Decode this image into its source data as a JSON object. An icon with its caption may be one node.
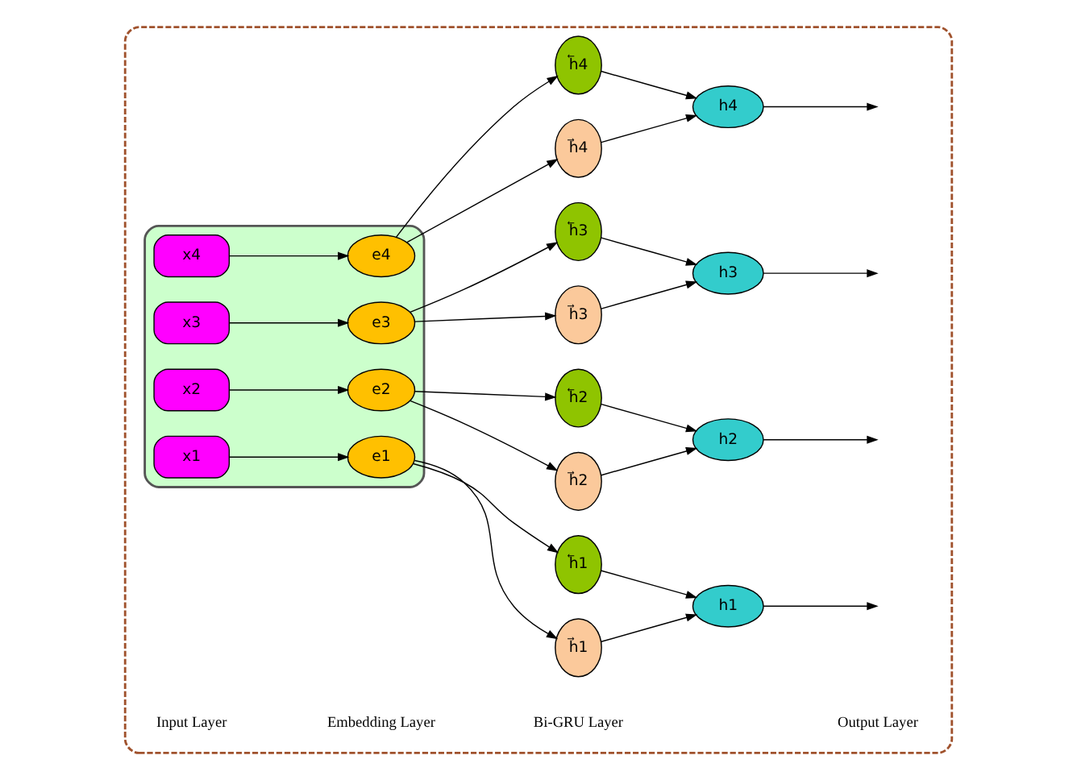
{
  "diagram": {
    "nodes": [
      {
        "text": [],
        "shape": "box"
      },
      {
        "text": [],
        "shape": "box",
        "in": 0
      },
      {
        "text": [
          "x1"
        ],
        "in": 1
      },
      {
        "text": [
          "x2"
        ],
        "in": 1
      },
      {
        "text": [
          "x3"
        ],
        "in": 1
      },
      {
        "text": [
          "x4"
        ],
        "in": 1
      },
      {
        "text": [
          "e1"
        ],
        "in": 1
      },
      {
        "text": [
          "e2"
        ],
        "in": 1
      },
      {
        "text": [
          "e3"
        ],
        "in": 1
      },
      {
        "text": [
          "e4"
        ],
        "in": 1
      },
      {
        "text": [
          "h⃗1"
        ],
        "in": 0
      },
      {
        "text": [
          "h⃗2"
        ],
        "in": 0
      },
      {
        "text": [
          "h⃗3"
        ],
        "in": 0
      },
      {
        "text": [
          "h⃗4"
        ],
        "in": 0
      },
      {
        "text": [
          "h⃖1"
        ],
        "in": 0
      },
      {
        "text": [
          "h⃖2"
        ],
        "in": 0
      },
      {
        "text": [
          "h⃖3"
        ],
        "in": 0
      },
      {
        "text": [
          "h⃖4"
        ],
        "in": 0
      },
      {
        "text": [
          "h1"
        ],
        "in": 0
      },
      {
        "text": [
          "h2"
        ],
        "in": 0
      },
      {
        "text": [
          "h3"
        ],
        "in": 0
      },
      {
        "text": [
          "h4"
        ],
        "in": 0
      }
    ],
    "edges": [
      {
        "from": 2,
        "to": 6,
        "arrow": "to"
      },
      {
        "from": 3,
        "to": 7,
        "arrow": "to"
      },
      {
        "from": 4,
        "to": 8,
        "arrow": "to"
      },
      {
        "from": 5,
        "to": 9,
        "arrow": "to"
      },
      {
        "from": 6,
        "to": 10,
        "arrow": "to"
      },
      {
        "from": 6,
        "to": 14,
        "arrow": "to"
      },
      {
        "from": 7,
        "to": 11,
        "arrow": "to"
      },
      {
        "from": 7,
        "to": 15,
        "arrow": "to"
      },
      {
        "from": 8,
        "to": 12,
        "arrow": "to"
      },
      {
        "from": 8,
        "to": 16,
        "arrow": "to"
      },
      {
        "from": 9,
        "to": 13,
        "arrow": "to"
      },
      {
        "from": 9,
        "to": 17,
        "arrow": "to"
      },
      {
        "from": 10,
        "to": 18,
        "arrow": "to"
      },
      {
        "from": 14,
        "to": 18,
        "arrow": "to"
      },
      {
        "from": 11,
        "to": 19,
        "arrow": "to"
      },
      {
        "from": 15,
        "to": 19,
        "arrow": "to"
      },
      {
        "from": 12,
        "to": 20,
        "arrow": "to"
      },
      {
        "from": 16,
        "to": 20,
        "arrow": "to"
      },
      {
        "from": 13,
        "to": 21,
        "arrow": "to"
      },
      {
        "from": 17,
        "to": 21,
        "arrow": "to"
      },
      {
        "from": 18,
        "to": null,
        "arrow": "to"
      },
      {
        "from": 19,
        "to": null,
        "arrow": "to"
      },
      {
        "from": 20,
        "to": null,
        "arrow": "to"
      },
      {
        "from": 21,
        "to": null,
        "arrow": "to"
      }
    ],
    "labels": [
      "Input Layer",
      "Embedding Layer",
      "Bi-GRU Layer",
      "Output Layer"
    ]
  }
}
